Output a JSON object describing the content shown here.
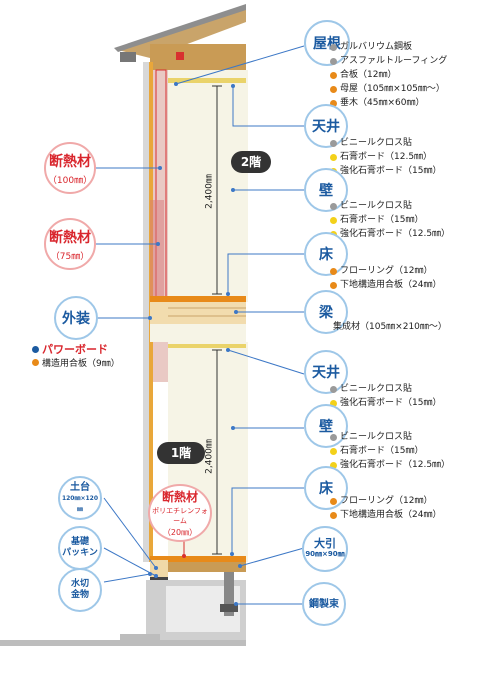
{
  "roof": {
    "title": "屋根",
    "items": [
      {
        "text": "ガルバリウム鋼板",
        "color": "#9a9a9a"
      },
      {
        "text": "アスファルトルーフィング",
        "color": "#9a9a9a"
      },
      {
        "text": "合板（12㎜）",
        "color": "#e88a19"
      },
      {
        "text": "母屋（105㎜×105㎜〜）",
        "color": "#e88a19"
      },
      {
        "text": "垂木（45㎜×60㎜）",
        "color": "#e88a19"
      }
    ]
  },
  "ceiling2": {
    "title": "天井",
    "items": [
      {
        "text": "ビニールクロス貼",
        "color": "#9a9a9a"
      },
      {
        "text": "石膏ボード（12.5㎜）",
        "color": "#f3d11a"
      },
      {
        "text": "強化石膏ボード（15㎜）",
        "color": "#f3d11a"
      }
    ]
  },
  "wall2": {
    "title": "壁",
    "items": [
      {
        "text": "ビニールクロス貼",
        "color": "#9a9a9a"
      },
      {
        "text": "石膏ボード（15㎜）",
        "color": "#f3d11a"
      },
      {
        "text": "強化石膏ボード（12.5㎜）",
        "color": "#f3d11a"
      }
    ]
  },
  "floor2": {
    "title": "床",
    "items": [
      {
        "text": "フローリング（12㎜）",
        "color": "#e88a19"
      },
      {
        "text": "下地構造用合板（24㎜）",
        "color": "#e88a19"
      }
    ]
  },
  "beam": {
    "title": "梁",
    "note": "集成材（105㎜×210㎜〜）"
  },
  "ceiling1": {
    "title": "天井",
    "items": [
      {
        "text": "ビニールクロス貼",
        "color": "#9a9a9a"
      },
      {
        "text": "強化石膏ボード（15㎜）",
        "color": "#f3d11a"
      }
    ]
  },
  "wall1": {
    "title": "壁",
    "items": [
      {
        "text": "ビニールクロス貼",
        "color": "#9a9a9a"
      },
      {
        "text": "石膏ボード（15㎜）",
        "color": "#f3d11a"
      },
      {
        "text": "強化石膏ボード（12.5㎜）",
        "color": "#f3d11a"
      }
    ]
  },
  "floor1": {
    "title": "床",
    "items": [
      {
        "text": "フローリング（12㎜）",
        "color": "#e88a19"
      },
      {
        "text": "下地構造用合板（24㎜）",
        "color": "#e88a19"
      }
    ]
  },
  "obiki": {
    "title": "大引",
    "sub": "90㎜×90㎜"
  },
  "steel_post": {
    "title": "鋼製束"
  },
  "insul_100": {
    "title": "断熱材",
    "sub": "（100㎜）"
  },
  "insul_75": {
    "title": "断熱材",
    "sub": "（75㎜）"
  },
  "insul_foam": {
    "title": "断熱材",
    "sub1": "ポリエチレンフォーム",
    "sub2": "（20㎜）"
  },
  "exterior": {
    "title": "外装",
    "power_board": "パワーボード",
    "ply": "構造用合板（9㎜）"
  },
  "dodai": {
    "title": "土台",
    "sub": "120㎜×120㎜"
  },
  "packing": {
    "line1": "基礎",
    "line2": "パッキン"
  },
  "mizukiri": {
    "line1": "水切",
    "line2": "金物"
  },
  "floor_labels": {
    "f2": "2階",
    "f1": "1階"
  },
  "heights": {
    "f2": "2,400㎜",
    "f1": "2,400㎜"
  },
  "colors": {
    "blue": "#1b5aa0",
    "red": "#d9262d",
    "orange": "#e88a19",
    "yellow": "#f3d11a",
    "grey": "#9a9a9a"
  }
}
